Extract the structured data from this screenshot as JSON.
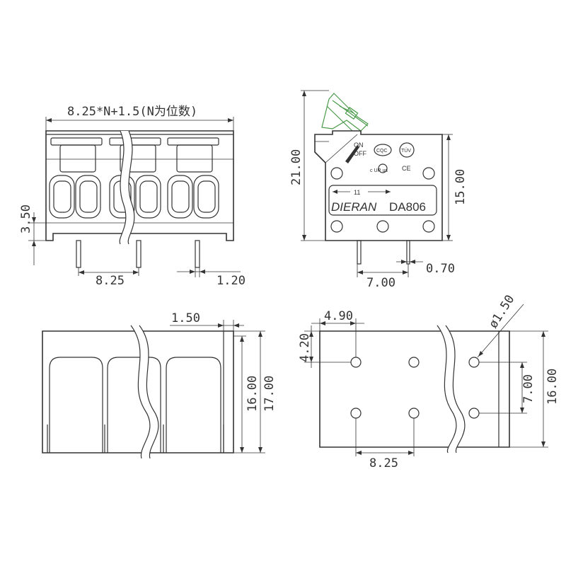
{
  "front_view": {
    "width_formula": "8.25*N+1.5(N为位数)",
    "height_dim": "3.50",
    "pitch_dim": "8.25",
    "pin_width_dim": "1.20"
  },
  "side_view": {
    "total_height_dim": "21.00",
    "body_height_dim": "15.00",
    "pin_offset_dim": "7.00",
    "pin_thickness_dim": "0.70",
    "strip_length_label": "11",
    "brand": "DIERAN",
    "model": "DA806",
    "lever_on": "ON",
    "lever_off": "OFF",
    "cert_cqc": "CQC",
    "cert_tuv": "TÜV",
    "cert_ce": "CE",
    "cert_ul": "c UR us"
  },
  "top_view": {
    "lip_dim": "1.50",
    "inner_dim": "16.00",
    "outer_dim": "17.00"
  },
  "pcb_view": {
    "x_offset_dim": "4.90",
    "y_offset_dim": "4.20",
    "hole_dia_dim": "ø1.50",
    "row_spacing_dim": "7.00",
    "pitch_dim": "8.25",
    "height_dim": "16.00"
  }
}
